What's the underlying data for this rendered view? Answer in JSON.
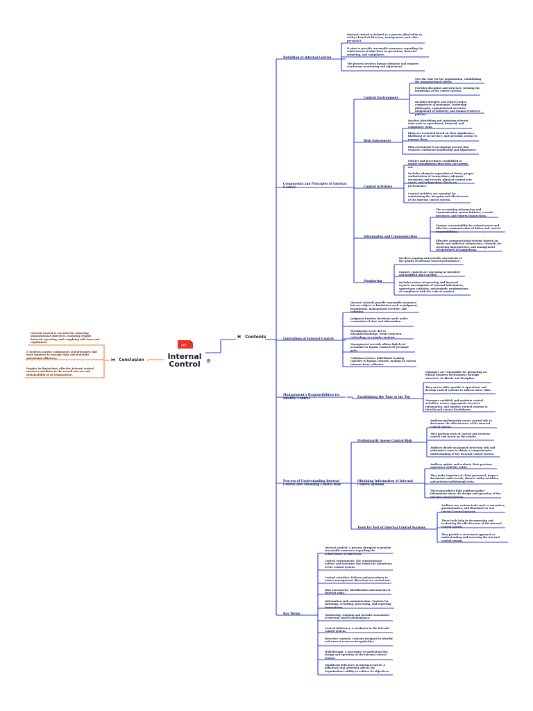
{
  "root": {
    "line1": "Internal",
    "line2": "Control",
    "tag": "PPT"
  },
  "contents": {
    "icon": "heading-icon",
    "label": "Contents"
  },
  "conclusion": {
    "icon": "heading-icon",
    "label": "Conclusion",
    "items": [
      "Internal control is essential for achieving organizational objectives, ensuring reliable financial reporting, and complying with laws and regulations.",
      "It involves various components and principles that work together to manage risks and maintain operational efficiency.",
      "Despite its limitations, effective internal control systems contribute to the overall success and sustainability of an organization."
    ]
  },
  "definition": {
    "label": "Definition of Internal Control",
    "items": [
      "Internal control is defined as a process affected by an entity's board of directors, management, and other personnel.",
      "It aims to provide reasonable assurance regarding the achievement of objectives in operations, financial reporting, and compliance.",
      "The process involves human elements and requires continuous monitoring and adjustment."
    ]
  },
  "components": {
    "label": "Components and Principles of Internal Control",
    "environment": {
      "label": "Control Environment",
      "items": [
        "Sets the tone for the organization, establishing the organizational culture.",
        "Provides discipline and structure, forming the foundation of the control system.",
        "Includes integrity and ethical values, competence of personnel, leadership philosophy, organizational structure, assignment of authority, and human resources policies."
      ]
    },
    "risk": {
      "label": "Risk Assessment",
      "items": [
        "Involves identifying and analyzing relevant risks such as operational, financial, and compliance risks.",
        "Risks are evaluated based on their significance, likelihood of occurrence, and potential actions to manage them.",
        "Risk assessment is an ongoing process that requires continuous monitoring and adjustment."
      ]
    },
    "activities": {
      "label": "Control Activities",
      "items": [
        "Policies and procedures established to ensure management directives are carried out.",
        "Includes adequate separation of duties, proper authorization of transactions, adequate documents and records, physical control over assets, and independent checks on performance.",
        "Control activities are essential for maintaining the integrity and effectiveness of the internal control system."
      ]
    },
    "information": {
      "label": "Information and Communication",
      "items": [
        "The accounting information and communication system initiates, records, processes, and reports transactions.",
        "Ensures accountability for related assets and effective communication of duties and control responsibilities.",
        "Effective communication systems depend on timely and sufficient information, channels for reporting improprieties, and management receptiveness to suggestions."
      ]
    },
    "monitoring": {
      "label": "Monitoring",
      "items": [
        "Involves ongoing and periodic assessment of the quality of internal control performance.",
        "Ensures controls are operating as intended and modified when needed.",
        "Includes review of operating and financial reports, investigation of external information, supervisory activities, and periodic confirmations of compliance with the code of conduct."
      ]
    }
  },
  "limitations": {
    "label": "Limitations of Internal Control",
    "items": [
      "Internal controls provide reasonable assurance but are subject to limitations such as judgment, breakdowns, management override, and collusion.",
      "Judgment involves decisions made under constraints of time and information.",
      "Breakdowns occur due to misunderstandings, errors from new technology, or complex systems.",
      "Management override allows high-level personnel to bypass controls for personal gain.",
      "Collusion involves individuals working together to bypass controls, making no system immune from collusion."
    ]
  },
  "management": {
    "label": "Management's Responsibilities for Internal Control",
    "tone": {
      "label": "Establishing the Tone at the Top",
      "items": [
        "Managers are responsible for promoting an ethical business environment through structure, feedback, and discipline.",
        "They assess risks specific to operations and develop control systems to address these risks.",
        "Managers establish and maintain control activities, ensure appropriate access to information, and monitor control systems to identify and correct breakdowns."
      ]
    }
  },
  "process": {
    "label": "Process of Understanding Internal Control and Assessing Control Risk",
    "preliminary": {
      "label": "Preliminarily Assess Control Risk",
      "items": [
        "Auditors preliminarily assess control risk to determine the effectiveness of the internal control system.",
        "They perform tests of control and reassess control risk based on the results.",
        "Auditors decide on planned detection risk and substantive tests to obtain a comprehensive understanding of the internal control system."
      ]
    },
    "obtaining": {
      "label": "Obtaining Information of Internal Control Systems",
      "items": [
        "Auditors update and evaluate their previous experience with the entity.",
        "They make inquiries of client personnel, inspect documents and records, observe entity activities, and perform walkthrough tests.",
        "These procedures help auditors gather information about the design and operation of the internal control system."
      ]
    },
    "tools": {
      "label": "Tools for Test of Internal Control Systems",
      "items": [
        "Auditors use various tools such as narratives, questionnaires, and flowcharts to test internal control systems.",
        "These tools help in documenting and evaluating the effectiveness of the internal control system.",
        "They provide a structured approach to understanding and assessing the internal control system."
      ]
    }
  },
  "keyterms": {
    "label": "Key Terms",
    "items": [
      "Internal control: A process designed to provide reasonable assurance regarding the achievement of objectives.",
      "Control environment: The organizational culture and structure that forms the foundation of the control system.",
      "Control activities: Policies and procedures to ensure management directives are carried out.",
      "Risk assessment: Identification and analysis of relevant risks.",
      "Information and communication: Systems for initiating, recording, processing, and reporting transactions.",
      "Monitoring: Ongoing and periodic assessment of internal control performance.",
      "Control deficiency: A weakness in the internal control system.",
      "Detective controls: Controls designed to identify and correct errors or irregularities.",
      "Walkthrough: A procedure to understand the design and operation of the internal control system.",
      "Significant deficiency in internal control: A deficiency that adversely affects the organization's ability to achieve its objectives."
    ]
  },
  "colors": {
    "right_branch": "#2b3ad6",
    "left_branch": "#f07a2a",
    "root_tag": "#e8322a"
  }
}
